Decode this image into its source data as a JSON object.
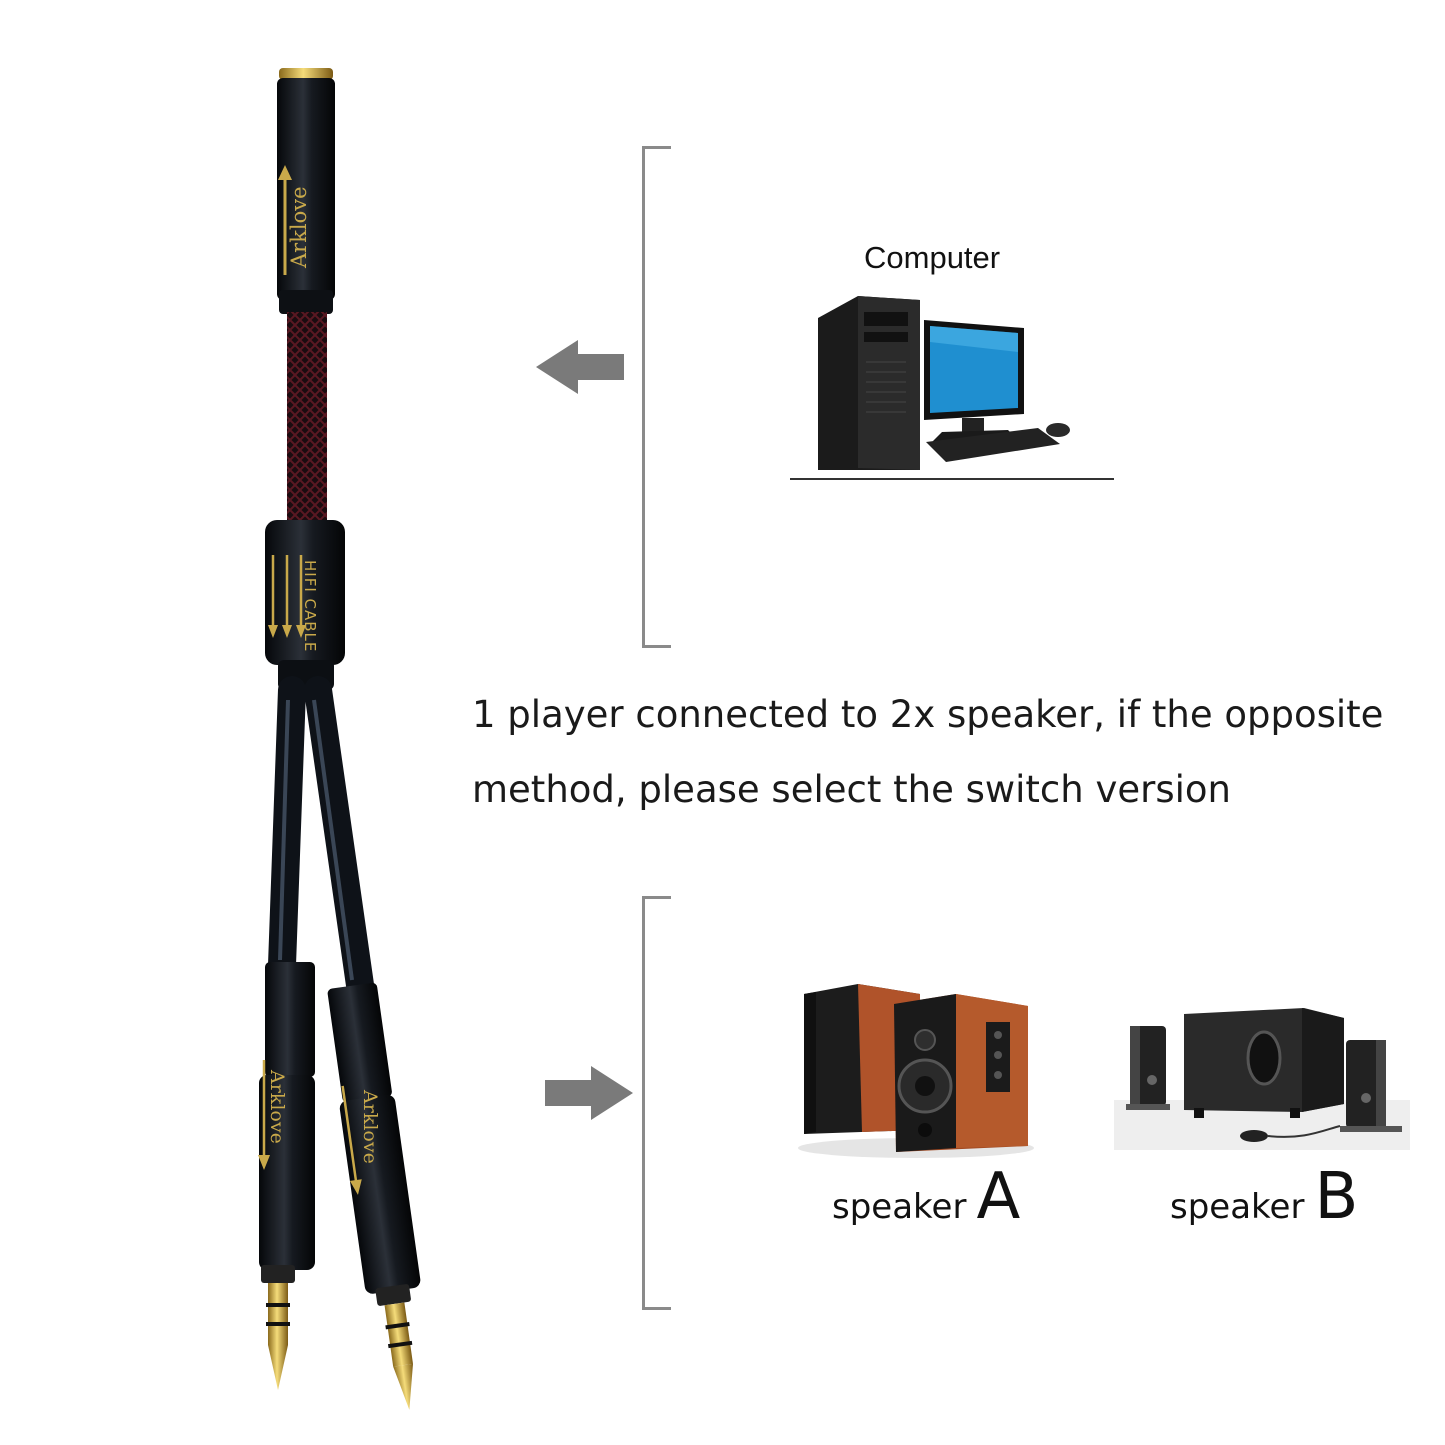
{
  "cable": {
    "brand_top": "Arklove",
    "splitter_marking": "HIFI CABLE",
    "brand_plug_a": "Arklove",
    "brand_plug_b": "Arklove"
  },
  "source": {
    "label": "Computer",
    "icon": "desktop-computer-icon"
  },
  "description": {
    "line1": "1 player connected to 2x speaker, if the opposite",
    "line2": "method, please select the switch version"
  },
  "speakers": {
    "a": {
      "word": "speaker",
      "letter": "A",
      "icon": "bookshelf-speakers-icon"
    },
    "b": {
      "word": "speaker",
      "letter": "B",
      "icon": "subwoofer-satellite-speakers-icon"
    }
  },
  "colors": {
    "gold": "#c9a94a",
    "cable_black": "#0e1218",
    "arrow_gray": "#7a7a7a",
    "bracket_gray": "#8a8a8a",
    "wood": "#a34a22",
    "screen_blue": "#1f8fd0"
  }
}
